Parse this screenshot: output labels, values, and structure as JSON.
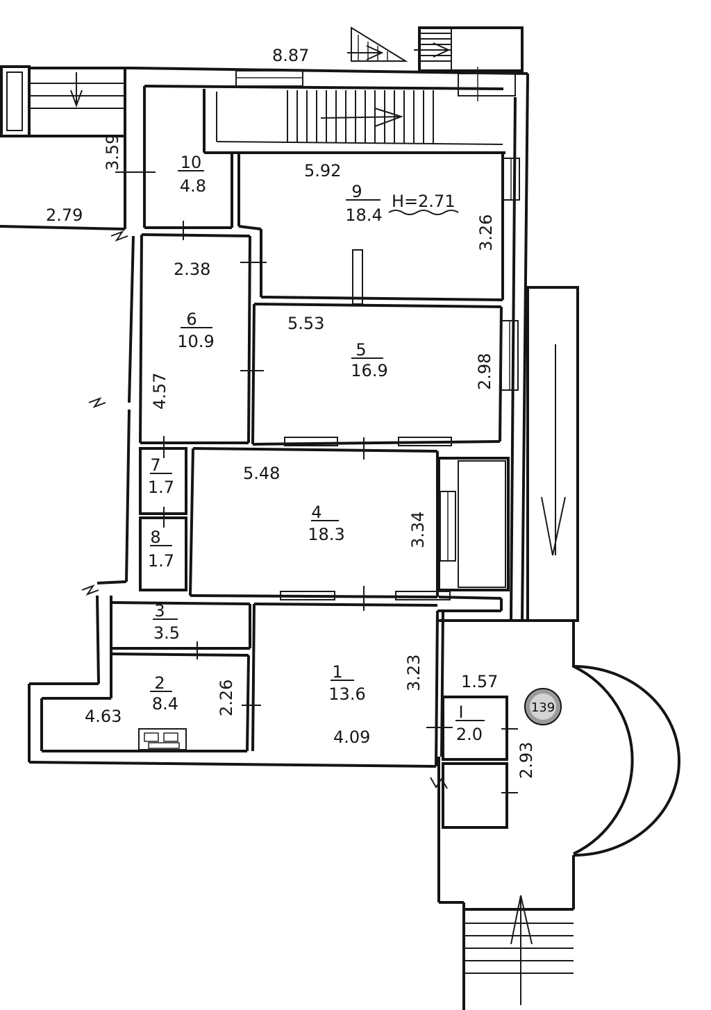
{
  "floor_plan": {
    "rooms": [
      {
        "number": "10",
        "area": "4.8"
      },
      {
        "number": "9",
        "area": "18.4"
      },
      {
        "number": "6",
        "area": "10.9"
      },
      {
        "number": "5",
        "area": "16.9"
      },
      {
        "number": "7",
        "area": "1.7"
      },
      {
        "number": "8",
        "area": "1.7"
      },
      {
        "number": "4",
        "area": "18.3"
      },
      {
        "number": "3",
        "area": "3.5"
      },
      {
        "number": "2",
        "area": "8.4"
      },
      {
        "number": "1",
        "area": "13.6"
      },
      {
        "number": "I",
        "area": "2.0"
      }
    ],
    "dimensions": {
      "d_8_87": "8.87",
      "d_3_59": "3.59",
      "d_2_79": "2.79",
      "d_5_92": "5.92",
      "d_3_26": "3.26",
      "d_2_38": "2.38",
      "d_5_53": "5.53",
      "d_2_98": "2.98",
      "d_4_57": "4.57",
      "d_5_48": "5.48",
      "d_3_34": "3.34",
      "d_3_23": "3.23",
      "d_2_26": "2.26",
      "d_4_63": "4.63",
      "d_4_09": "4.09",
      "d_1_57": "1.57",
      "d_2_93": "2.93"
    },
    "ceiling_height": "H=2.71",
    "stamp_number": "139"
  }
}
